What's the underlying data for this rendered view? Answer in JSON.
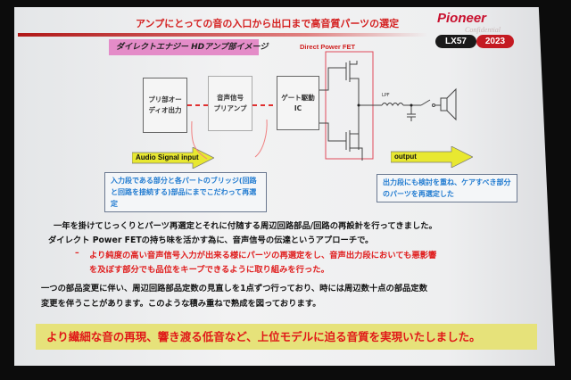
{
  "header": {
    "title": "アンプにとっての音の入口から出口まで高音質パーツの選定",
    "logo": "Pioneer",
    "watermark": "Confidential",
    "model": "LX57",
    "year": "2023"
  },
  "diagram": {
    "label": "ダイレクトエナジー HDアンプ部イメージ",
    "fet_label": "Direct Power FET",
    "blocks": [
      "プリ部オー\nディオ出力",
      "音声信号\nプリアンプ",
      "ゲート駆動\nIC"
    ],
    "lpf": "LPF",
    "input_arrow": "Audio Signal input",
    "output_arrow": "output",
    "note_input": "入力段である部分と各パートのブリッジ(回路と回路を接続する)部品にまでこだわって再選定",
    "note_output": "出力段にも検討を重ね、ケアすべき部分のパーツを再選定した"
  },
  "body": {
    "lines": [
      "一年を掛けてじっくりとパーツ再選定とそれに付随する周辺回路部品/回路の再設計を行ってきました。",
      "ダイレクト Power FETの持ち味を活かす為に、音声信号の伝達というアプローチで。"
    ],
    "bullet_marker": "–",
    "bullet": [
      "より純度の高い音声信号入力が出来る様にパーツの再選定をし、音声出力段においても悪影響",
      "を及ぼす部分でも品位をキープできるように取り組みを行った。"
    ],
    "para2": [
      "一つの部品変更に伴い、周辺回路部品定数の見直しを1点ずつ行っており、時には周辺数十点の部品定数",
      "変更を伴うことがあります。このような積み重ねで熟成を図っております。"
    ],
    "banner": "より繊細な音の再現、響き渡る低音など、上位モデルに迫る音質を実現いたしました。"
  },
  "colors": {
    "accent": "#d42020",
    "pink": "#e48cc8",
    "banner": "#e6e27a",
    "note": "#1f7ad0"
  }
}
